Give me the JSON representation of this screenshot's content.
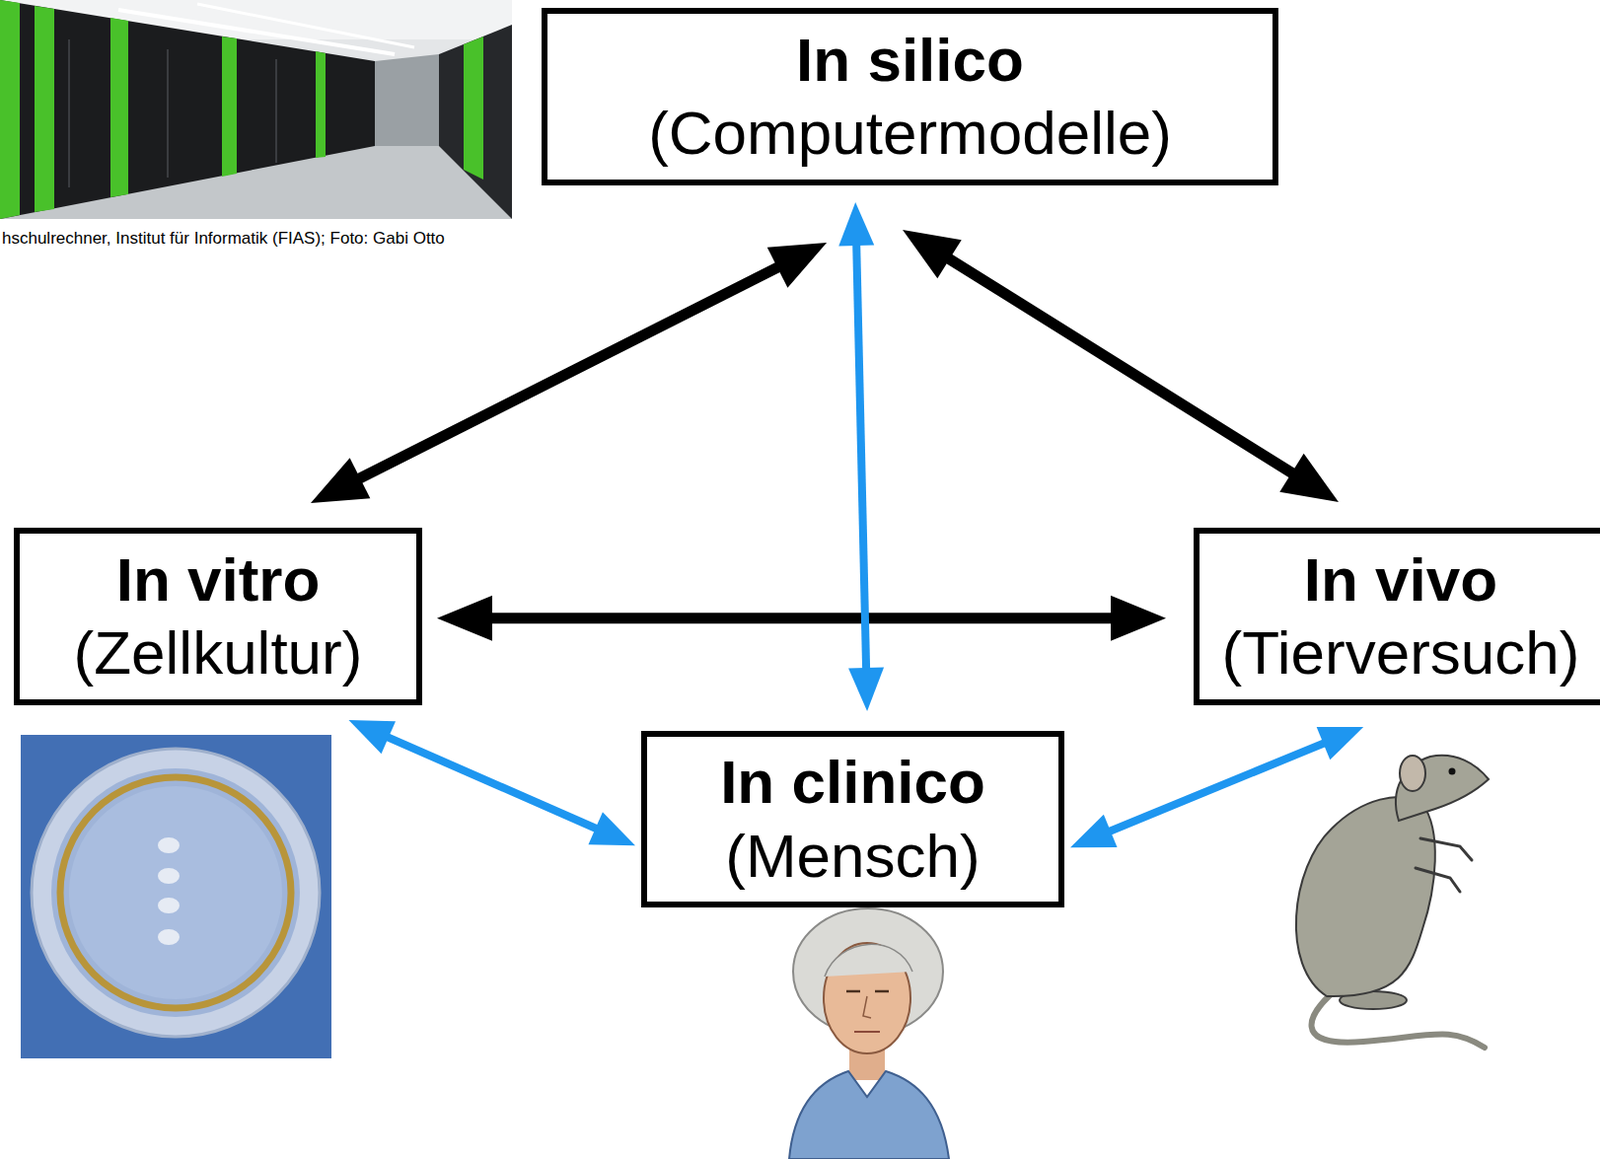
{
  "diagram": {
    "nodes": [
      {
        "text": [
          "In silico",
          "(Computermodelle)"
        ]
      },
      {
        "text": [
          "In vitro",
          "(Zellkultur)"
        ]
      },
      {
        "text": [
          "In vivo",
          "(Tierversuch)"
        ]
      },
      {
        "text": [
          "In clinico",
          "(Mensch)"
        ]
      }
    ],
    "edges": [
      {
        "from": 0,
        "to": 1,
        "arrow": "both"
      },
      {
        "from": 0,
        "to": 2,
        "arrow": "both"
      },
      {
        "from": 1,
        "to": 2,
        "arrow": "both"
      },
      {
        "from": 0,
        "to": 3,
        "arrow": "both"
      },
      {
        "from": 1,
        "to": 3,
        "arrow": "both"
      },
      {
        "from": 2,
        "to": 3,
        "arrow": "both"
      }
    ],
    "labels": [
      "hschulrechner, Institut für Informatik (FIAS); Foto: Gabi Otto"
    ]
  }
}
